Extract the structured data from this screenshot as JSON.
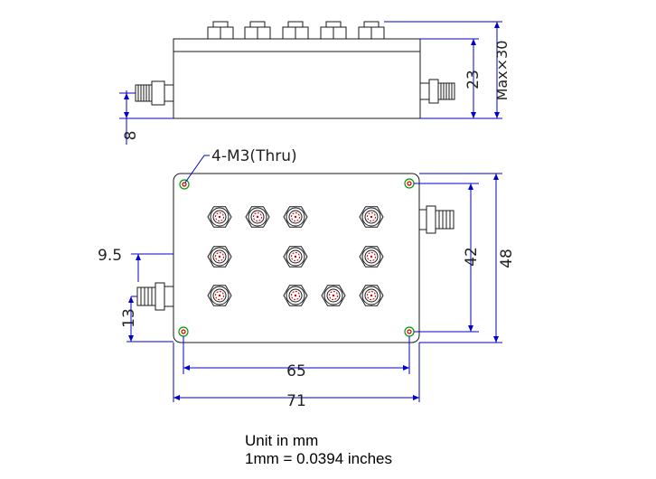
{
  "labels": {
    "side_height": "23",
    "side_max": "Max×30",
    "side_offset": "8",
    "mount_holes": "4-M3(Thru)",
    "left_offset_upper": "9.5",
    "left_offset_lower": "13",
    "hole_spacing_vertical": "42",
    "overall_height": "48",
    "hole_spacing_horizontal": "65",
    "overall_width": "71"
  },
  "notes": {
    "unit": "Unit in mm",
    "conversion": "1mm = 0.0394 inches"
  },
  "colors": {
    "line": "#1a1a1a",
    "dimension_line": "#0000cc",
    "hole_ring": "#009900",
    "hole_dot": "#cc0000",
    "connector_pin": "#cc0000"
  }
}
